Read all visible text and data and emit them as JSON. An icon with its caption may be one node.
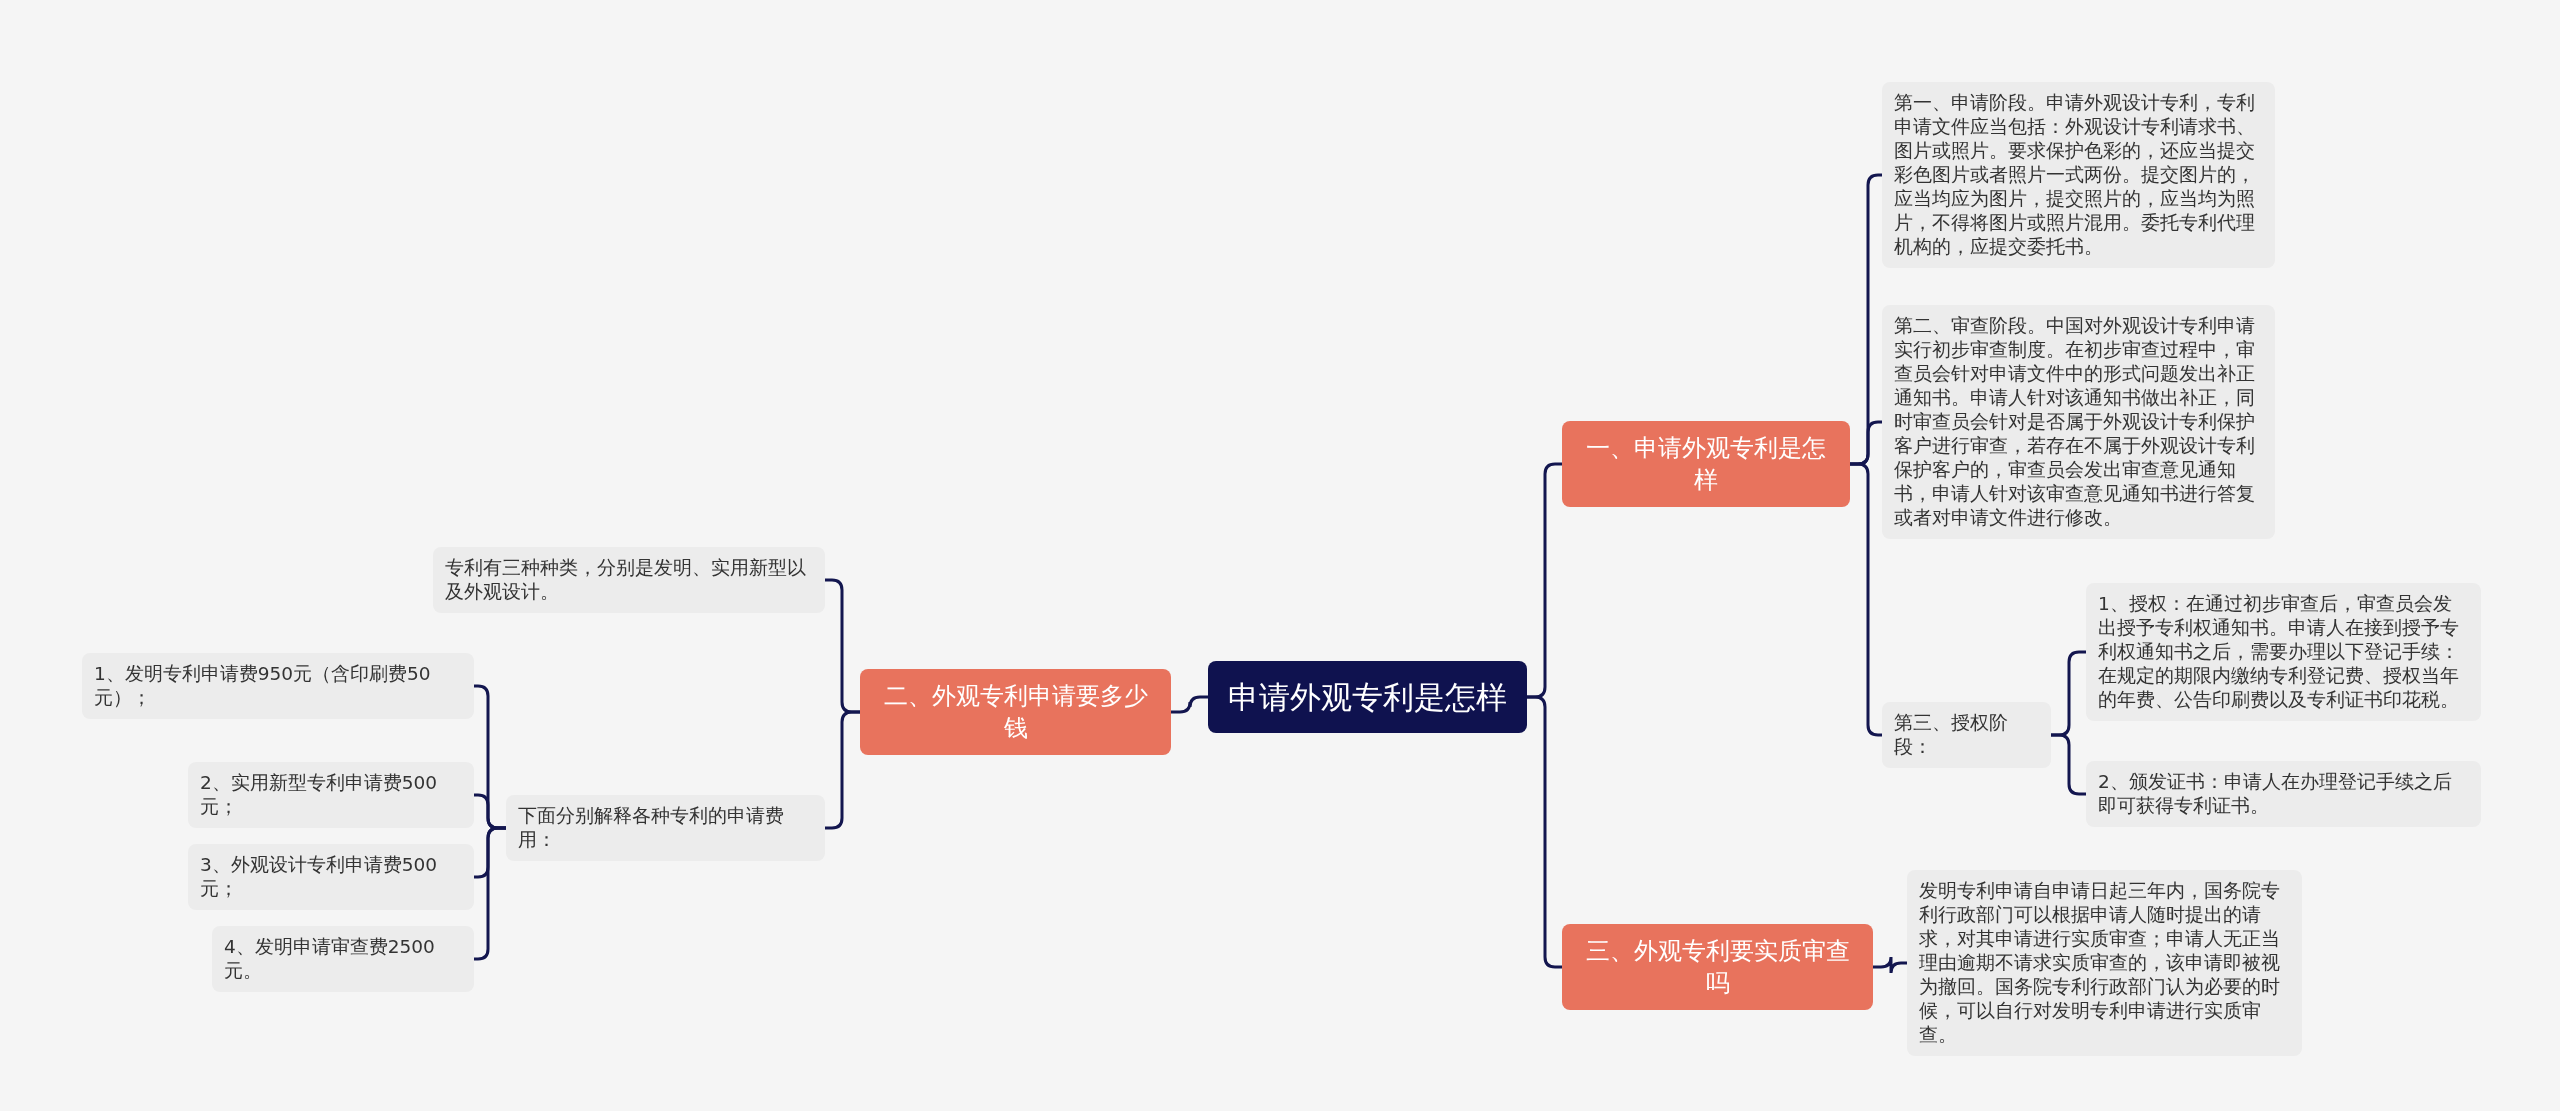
{
  "diagram": {
    "nodes": [
      {
        "text": [
          "申请外观专利是怎样"
        ]
      },
      {
        "text": [
          "一、申请外观专利是怎样"
        ]
      },
      {
        "text": [
          "第一、申请阶段。申请外观设计专利，专利申请文件应当包括：外观设计专利请求书、图片或照片。要求保护色彩的，还应当提交彩色图片或者照片一式两份。提交图片的，应当均应为图片，提交照片的，应当均为照片，不得将图片或照片混用。委托专利代理机构的，应提交委托书。"
        ]
      },
      {
        "text": [
          "第二、审查阶段。中国对外观设计专利申请实行初步审查制度。在初步审查过程中，审查员会针对申请文件中的形式问题发出补正通知书。申请人针对该通知书做出补正，同时审查员会针对是否属于外观设计专利保护客户进行审查，若存在不属于外观设计专利保护客户的，审查员会发出审查意见通知书，申请人针对该审查意见通知书进行答复或者对申请文件进行修改。"
        ]
      },
      {
        "text": [
          "第三、授权阶段："
        ]
      },
      {
        "text": [
          "1、授权：在通过初步审查后，审查员会发出授予专利权通知书。申请人在接到授予专利权通知书之后，需要办理以下登记手续：在规定的期限内缴纳专利登记费、授权当年的年费、公告印刷费以及专利证书印花税。"
        ]
      },
      {
        "text": [
          "2、颁发证书：申请人在办理登记手续之后即可获得专利证书。"
        ]
      },
      {
        "text": [
          "二、外观专利申请要多少钱"
        ]
      },
      {
        "text": [
          "专利有三种种类，分别是发明、实用新型以及外观设计。"
        ]
      },
      {
        "text": [
          "下面分别解释各种专利的申请费用："
        ]
      },
      {
        "text": [
          "1、发明专利申请费950元（含印刷费50元）；"
        ]
      },
      {
        "text": [
          "2、实用新型专利申请费500元；"
        ]
      },
      {
        "text": [
          "3、外观设计专利申请费500元；"
        ]
      },
      {
        "text": [
          "4、发明申请审查费2500元。"
        ]
      },
      {
        "text": [
          "三、外观专利要实质审查吗"
        ]
      },
      {
        "text": [
          "发明专利申请自申请日起三年内，国务院专利行政部门可以根据申请人随时提出的请求，对其申请进行实质审查；申请人无正当理由逾期不请求实质审查的，该申请即被视为撤回。国务院专利行政部门认为必要的时候，可以自行对发明专利申请进行实质审查。"
        ]
      }
    ],
    "edges": [
      {
        "from": 0,
        "to": 1,
        "arrow": "none"
      },
      {
        "from": 0,
        "to": 7,
        "arrow": "none"
      },
      {
        "from": 0,
        "to": 14,
        "arrow": "none"
      },
      {
        "from": 1,
        "to": 2,
        "arrow": "none"
      },
      {
        "from": 1,
        "to": 3,
        "arrow": "none"
      },
      {
        "from": 1,
        "to": 4,
        "arrow": "none"
      },
      {
        "from": 4,
        "to": 5,
        "arrow": "none"
      },
      {
        "from": 4,
        "to": 6,
        "arrow": "none"
      },
      {
        "from": 7,
        "to": 8,
        "arrow": "none"
      },
      {
        "from": 7,
        "to": 9,
        "arrow": "none"
      },
      {
        "from": 9,
        "to": 10,
        "arrow": "none"
      },
      {
        "from": 9,
        "to": 11,
        "arrow": "none"
      },
      {
        "from": 9,
        "to": 12,
        "arrow": "none"
      },
      {
        "from": 9,
        "to": 13,
        "arrow": "none"
      },
      {
        "from": 14,
        "to": 15,
        "arrow": "none"
      }
    ]
  }
}
